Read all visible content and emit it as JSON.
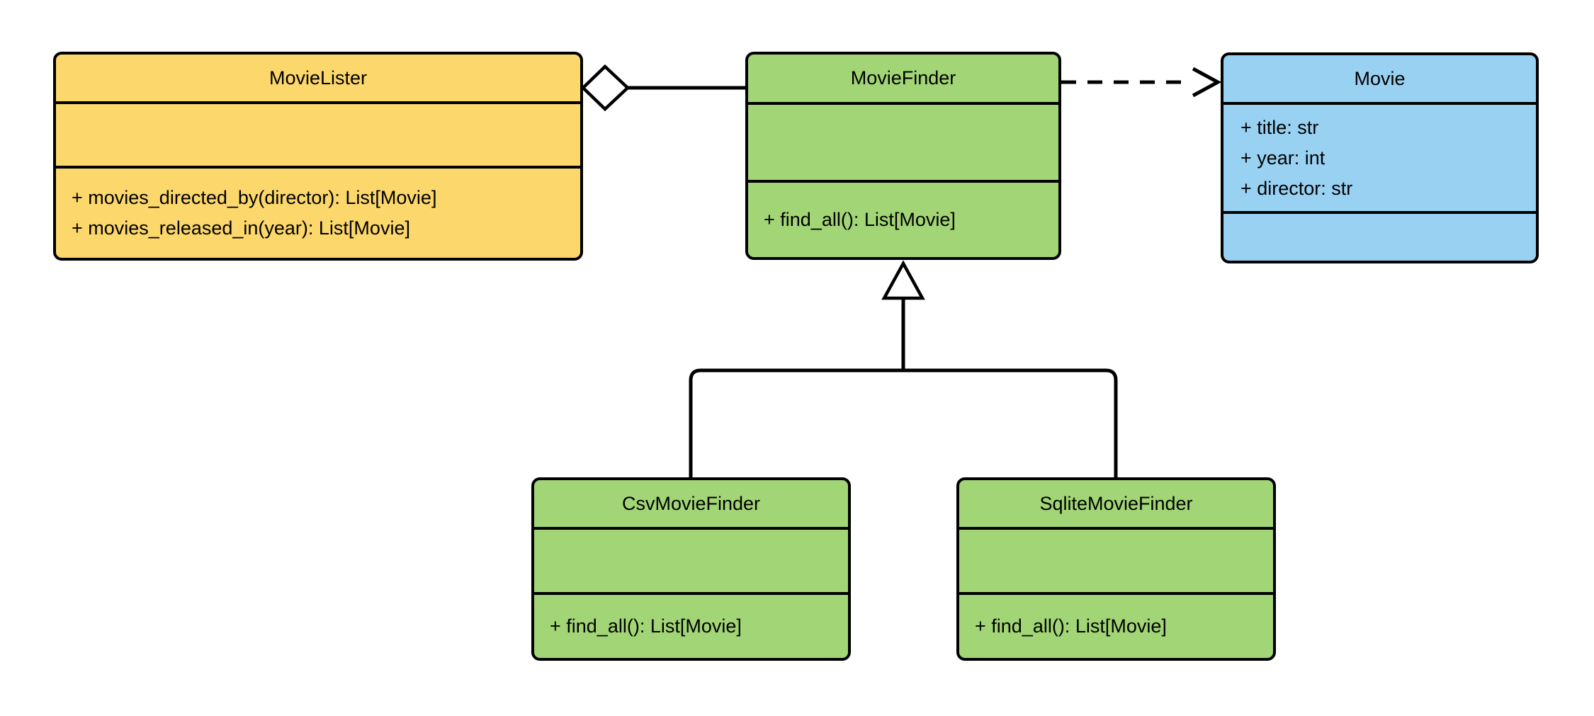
{
  "diagram": {
    "type": "uml-class-diagram",
    "colors": {
      "yellow_fill": "#FCD76B",
      "green_fill": "#A2D576",
      "blue_fill": "#99D1F2",
      "stroke": "#000000",
      "background": "#ffffff"
    },
    "classes": [
      {
        "name": "MovieLister",
        "fill": "#FCD76B",
        "attributes": [],
        "methods": [
          "+ movies_directed_by(director): List[Movie]",
          "+ movies_released_in(year): List[Movie]"
        ]
      },
      {
        "name": "MovieFinder",
        "fill": "#A2D576",
        "attributes": [],
        "methods": [
          "+ find_all(): List[Movie]"
        ]
      },
      {
        "name": "Movie",
        "fill": "#99D1F2",
        "attributes": [
          "+ title: str",
          "+ year: int",
          "+ director: str"
        ],
        "methods": []
      },
      {
        "name": "CsvMovieFinder",
        "fill": "#A2D576",
        "attributes": [],
        "methods": [
          "+ find_all(): List[Movie]"
        ]
      },
      {
        "name": "SqliteMovieFinder",
        "fill": "#A2D576",
        "attributes": [],
        "methods": [
          "+ find_all(): List[Movie]"
        ]
      }
    ],
    "relationships": [
      {
        "type": "aggregation",
        "source": "MovieLister",
        "target": "MovieFinder",
        "line": "solid",
        "marker": "hollow-diamond-at-source"
      },
      {
        "type": "dependency",
        "source": "MovieFinder",
        "target": "Movie",
        "line": "dashed",
        "marker": "open-arrow-at-target"
      },
      {
        "type": "inheritance",
        "source": "CsvMovieFinder",
        "target": "MovieFinder",
        "line": "solid",
        "marker": "hollow-triangle-at-target"
      },
      {
        "type": "inheritance",
        "source": "SqliteMovieFinder",
        "target": "MovieFinder",
        "line": "solid",
        "marker": "hollow-triangle-at-target"
      }
    ]
  }
}
